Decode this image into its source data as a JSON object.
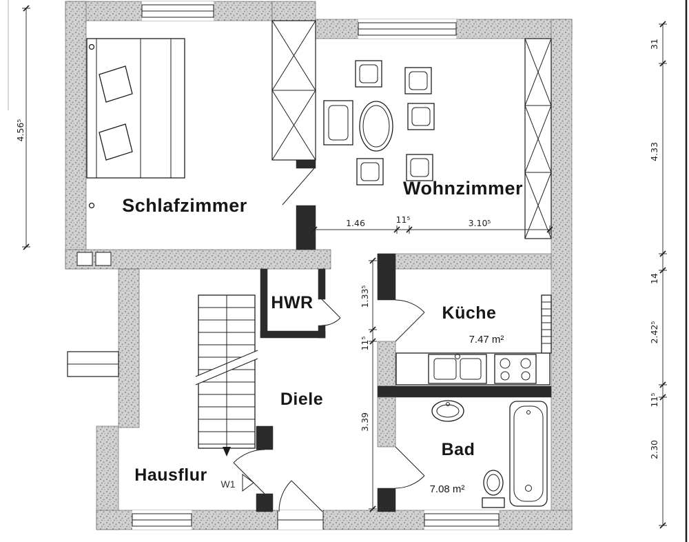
{
  "plan": {
    "rooms": {
      "schlafzimmer": {
        "label": "Schlafzimmer"
      },
      "wohnzimmer": {
        "label": "Wohnzimmer"
      },
      "hwr": {
        "label": "HWR"
      },
      "kueche": {
        "label": "Küche",
        "area": "7.47 m²"
      },
      "diele": {
        "label": "Diele"
      },
      "bad": {
        "label": "Bad",
        "area": "7.08 m²"
      },
      "hausflur": {
        "label": "Hausflur"
      }
    },
    "door_labels": {
      "w1": "W1"
    },
    "dimensions": {
      "left_total": "4.56⁵",
      "right": [
        "31",
        "4.33",
        "14",
        "2.42⁵",
        "11⁵",
        "2.30"
      ],
      "wohnzimmer_bottom": [
        "1.46",
        "11⁵",
        "3.10⁵"
      ],
      "corridor": [
        "1.33⁵",
        "11⁵",
        "3.39"
      ]
    },
    "colors": {
      "wall_fill": "#d2d2d2",
      "wall_speckle": "#8f8f8f",
      "line": "#1c1c1c",
      "background": "#ffffff"
    }
  }
}
